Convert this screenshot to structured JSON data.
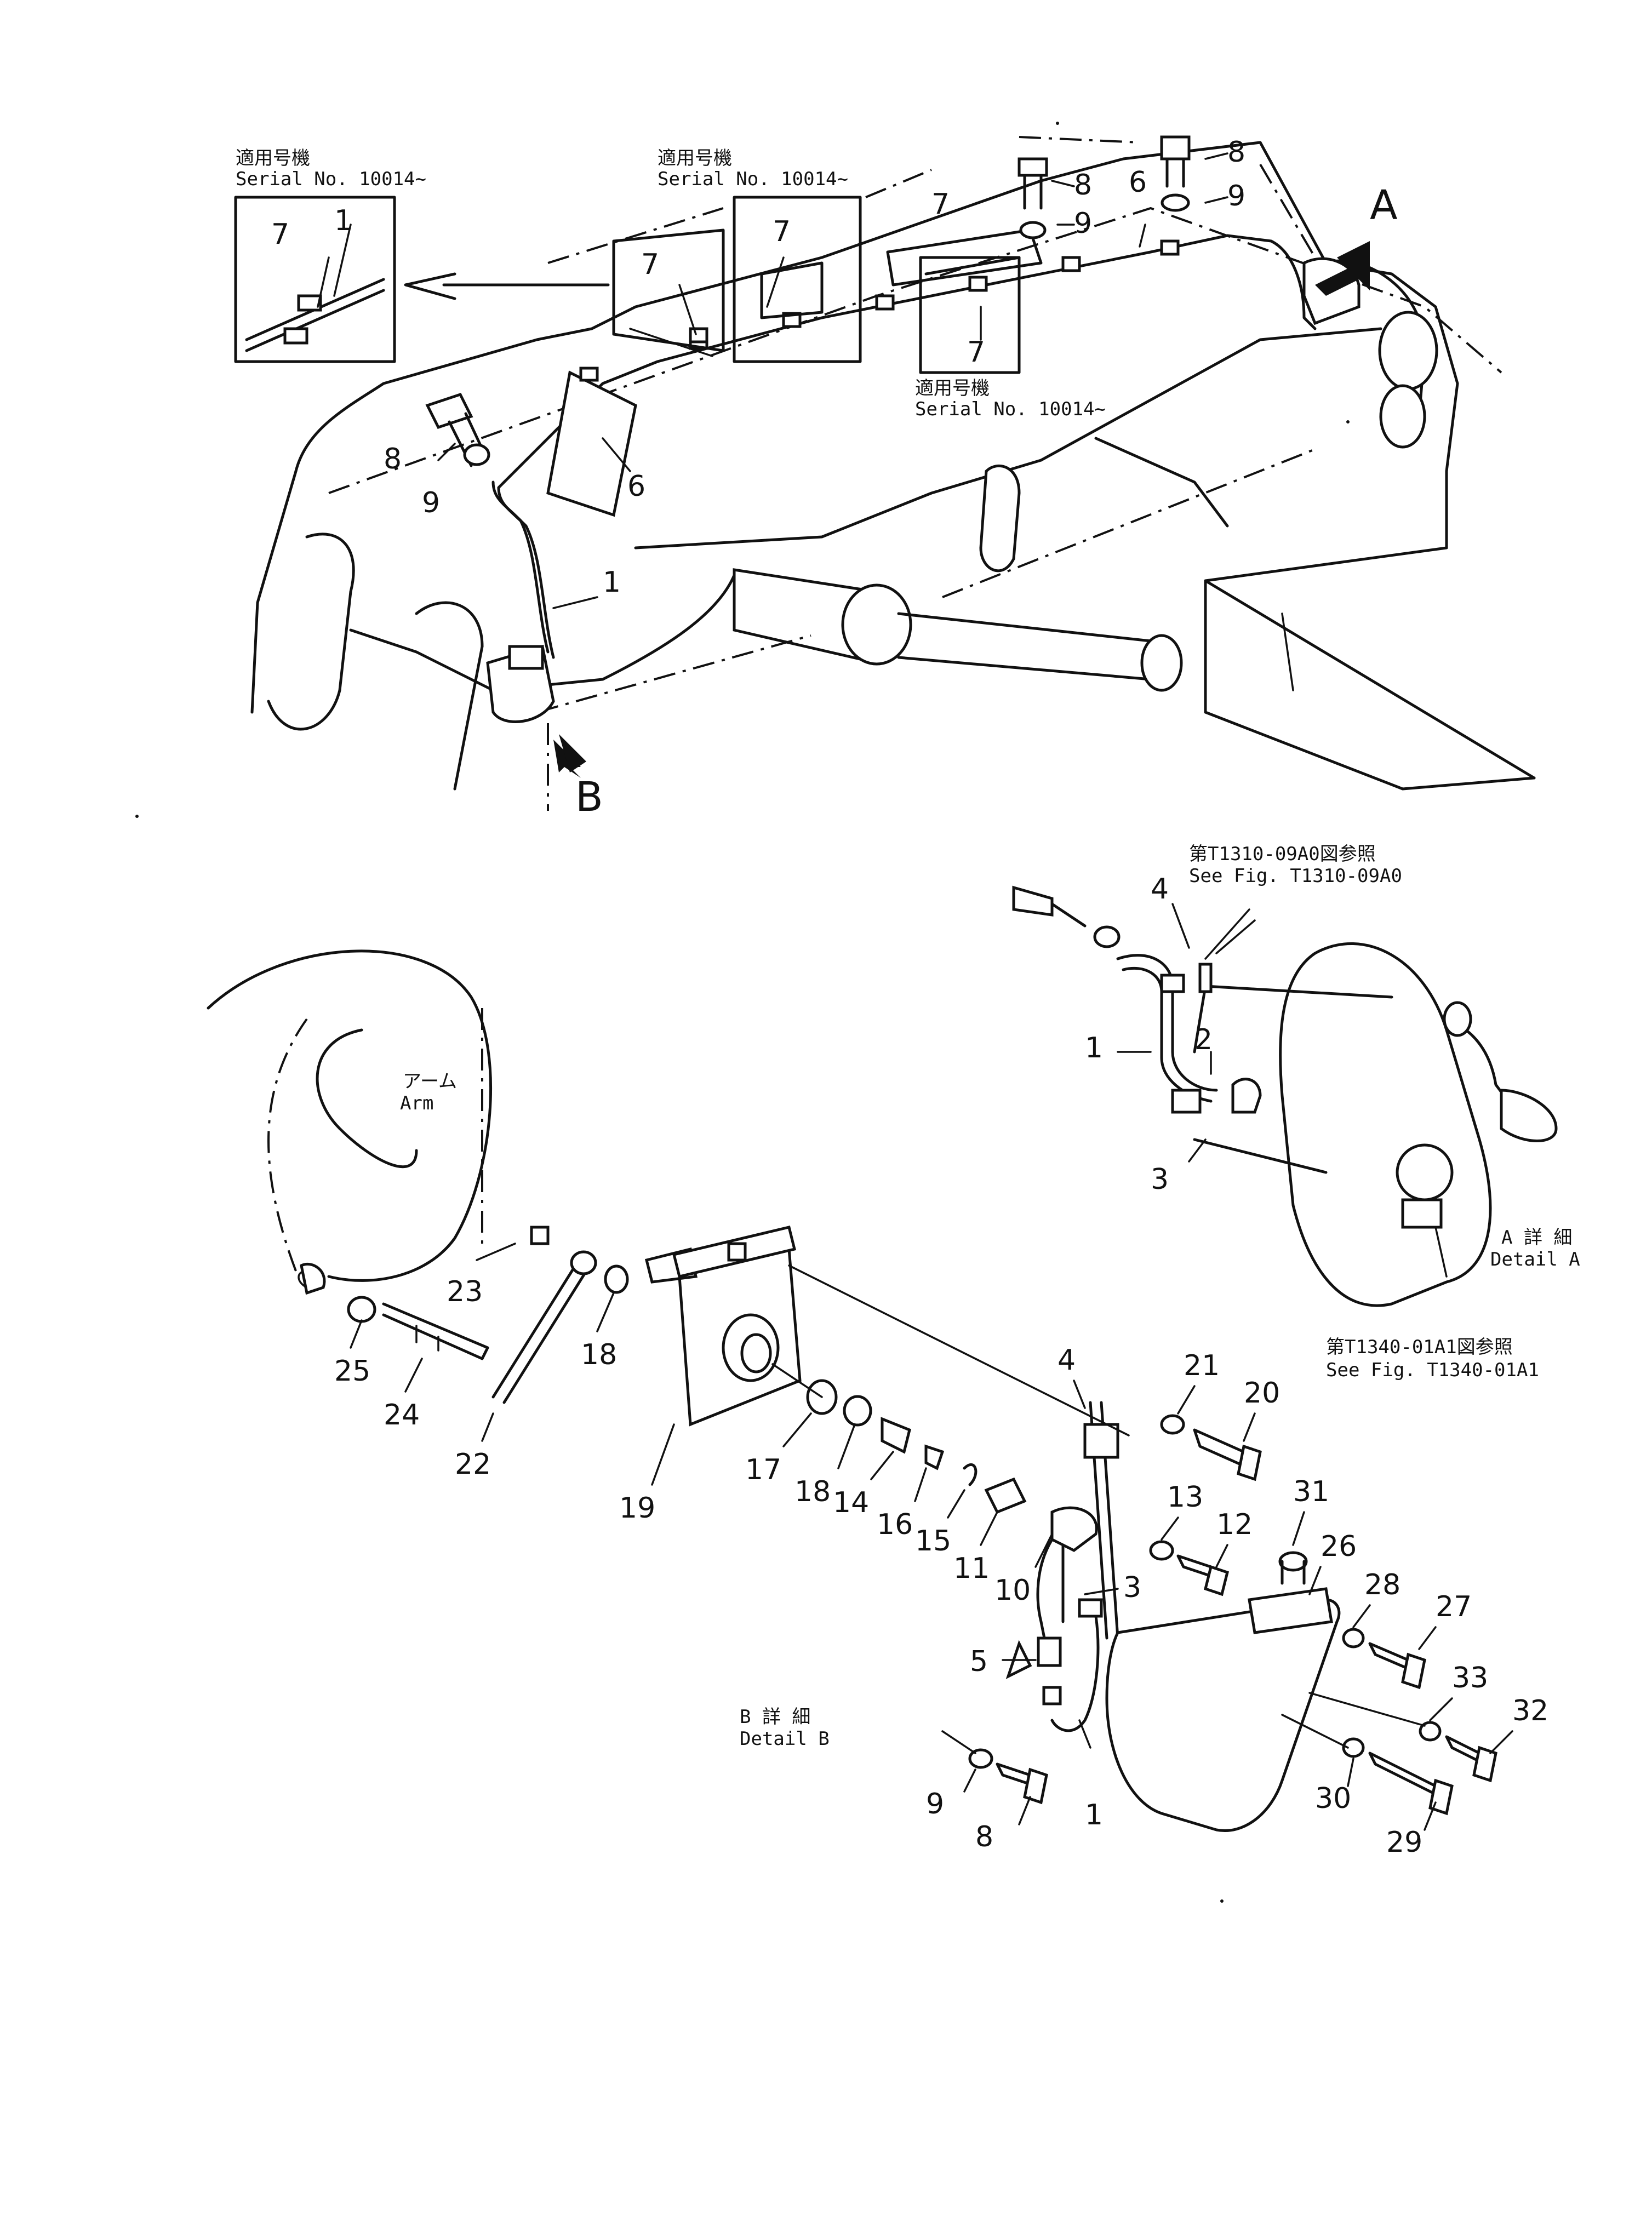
{
  "notes": {
    "serial_jp": "適用号機",
    "serial_en": "Serial No. 10014~",
    "see_fig_1_jp": "第T1310-09A0図参照",
    "see_fig_1_en": "See Fig. T1310-09A0",
    "see_fig_2_jp": "第T1340-01A1図参照",
    "see_fig_2_en": "See Fig. T1340-01A1",
    "detail_a_jp": "A 詳 細",
    "detail_a_en": "Detail A",
    "detail_b_jp": "B 詳 細",
    "detail_b_en": "Detail B",
    "arm_jp": "アーム",
    "arm_en": "Arm"
  },
  "view_markers": {
    "a": "A",
    "b": "B"
  },
  "callouts": {
    "top": [
      "1",
      "7",
      "7",
      "7",
      "7",
      "8",
      "9",
      "8",
      "9",
      "6",
      "8",
      "9",
      "6",
      "1"
    ],
    "detail_a": [
      "4",
      "1",
      "2",
      "3"
    ],
    "detail_b": [
      "23",
      "25",
      "24",
      "22",
      "18",
      "19",
      "17",
      "18",
      "14",
      "16",
      "15",
      "11",
      "4",
      "21",
      "20",
      "13",
      "12",
      "10",
      "3",
      "5",
      "31",
      "26",
      "28",
      "27",
      "33",
      "32",
      "9",
      "8",
      "1",
      "30",
      "29"
    ]
  }
}
